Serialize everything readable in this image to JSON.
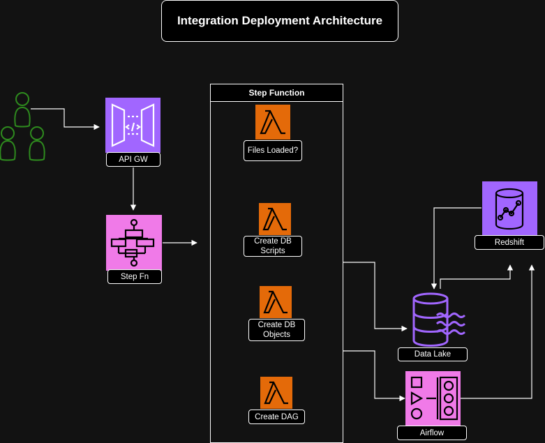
{
  "title": "Integration Deployment Architecture",
  "step_function": {
    "header": "Step Function",
    "steps": [
      {
        "label": "Files Loaded?",
        "icon": "lambda-icon"
      },
      {
        "label": "Create DB\nScripts",
        "icon": "lambda-icon"
      },
      {
        "label": "Create DB\nObjects",
        "icon": "lambda-icon"
      },
      {
        "label": "Create DAG",
        "icon": "lambda-icon"
      }
    ]
  },
  "nodes": {
    "api_gw": {
      "label": "API GW",
      "icon": "api-gateway-icon"
    },
    "step_fn": {
      "label": "Step Fn",
      "icon": "step-functions-icon"
    },
    "redshift": {
      "label": "Redshift",
      "icon": "redshift-icon"
    },
    "data_lake": {
      "label": "Data Lake",
      "icon": "data-lake-icon"
    },
    "airflow": {
      "label": "Airflow",
      "icon": "airflow-icon"
    }
  },
  "colors": {
    "background": "#121212",
    "lambda_orange": "#e46a09",
    "api_purple": "#a166ff",
    "step_pink": "#f07ae8",
    "user_green": "#2e8b1e",
    "line": "#ffffff"
  }
}
